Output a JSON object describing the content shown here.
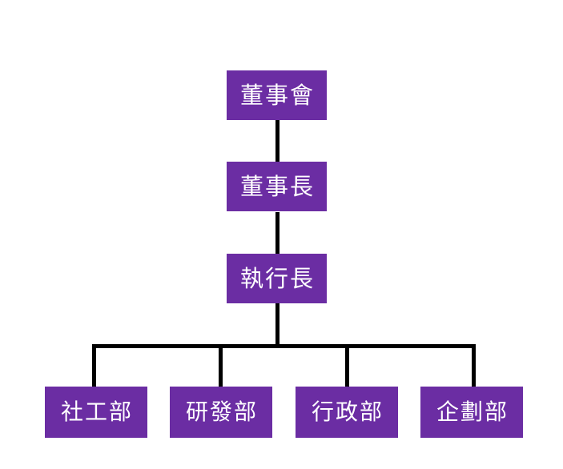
{
  "chart_data": {
    "type": "diagram",
    "diagram_type": "organizational-chart",
    "title": "",
    "orientation": "top-down",
    "node_fill_color": "#6b2da3",
    "node_text_color": "#ffffff",
    "connector_color": "#000000",
    "background_color": "#ffffff",
    "levels": [
      {
        "level": 1,
        "nodes": [
          {
            "id": "board",
            "label": "董事會"
          }
        ]
      },
      {
        "level": 2,
        "nodes": [
          {
            "id": "chairman",
            "label": "董事長"
          }
        ]
      },
      {
        "level": 3,
        "nodes": [
          {
            "id": "ceo",
            "label": "執行長"
          }
        ]
      },
      {
        "level": 4,
        "nodes": [
          {
            "id": "dept-social",
            "label": "社工部"
          },
          {
            "id": "dept-rd",
            "label": "研發部"
          },
          {
            "id": "dept-admin",
            "label": "行政部"
          },
          {
            "id": "dept-plan",
            "label": "企劃部"
          }
        ]
      }
    ],
    "edges": [
      {
        "from": "board",
        "to": "chairman"
      },
      {
        "from": "chairman",
        "to": "ceo"
      },
      {
        "from": "ceo",
        "to": "dept-social"
      },
      {
        "from": "ceo",
        "to": "dept-rd"
      },
      {
        "from": "ceo",
        "to": "dept-admin"
      },
      {
        "from": "ceo",
        "to": "dept-plan"
      }
    ]
  },
  "nodes": {
    "board": {
      "label": "董事會"
    },
    "chairman": {
      "label": "董事長"
    },
    "ceo": {
      "label": "執行長"
    },
    "dept_social": {
      "label": "社工部"
    },
    "dept_rd": {
      "label": "研發部"
    },
    "dept_admin": {
      "label": "行政部"
    },
    "dept_plan": {
      "label": "企劃部"
    }
  }
}
